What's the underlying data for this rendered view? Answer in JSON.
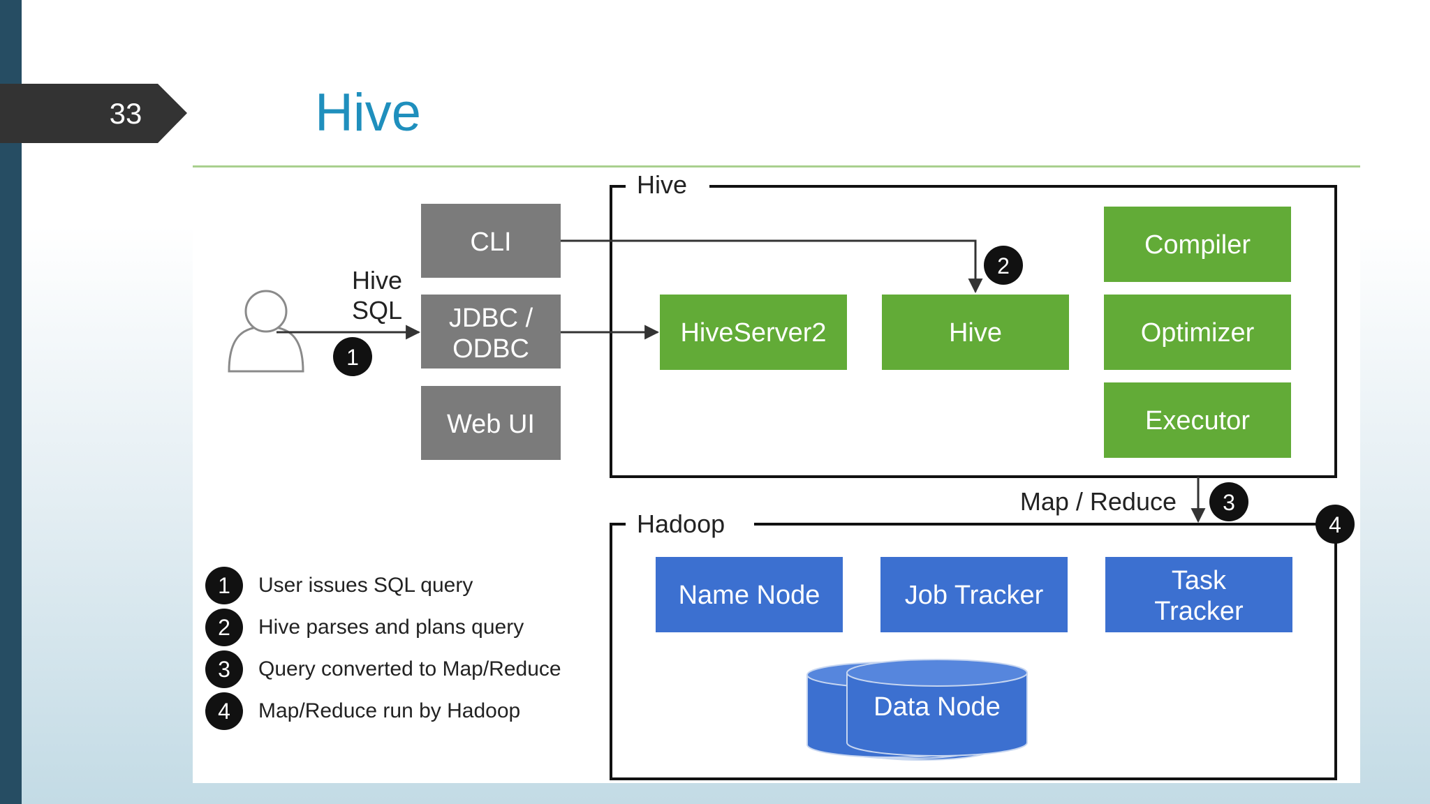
{
  "slide": {
    "number": "33",
    "title": "Hive"
  },
  "diagram": {
    "user_label": [
      "Hive",
      "SQL"
    ],
    "clients": {
      "cli": "CLI",
      "jdbc": [
        "JDBC /",
        "ODBC"
      ],
      "webui": "Web UI"
    },
    "hive_group": {
      "label": "Hive",
      "hiveserver2": "HiveServer2",
      "hive": "Hive",
      "compiler": "Compiler",
      "optimizer": "Optimizer",
      "executor": "Executor"
    },
    "mapreduce_label": "Map / Reduce",
    "hadoop_group": {
      "label": "Hadoop",
      "name_node": "Name Node",
      "job_tracker": "Job Tracker",
      "task_tracker": [
        "Task",
        "Tracker"
      ],
      "data_node": "Data Node"
    },
    "step_badges": [
      "1",
      "2",
      "3",
      "4"
    ]
  },
  "legend": [
    {
      "num": "1",
      "text": "User issues SQL query"
    },
    {
      "num": "2",
      "text": "Hive parses and plans query"
    },
    {
      "num": "3",
      "text": "Query converted to Map/Reduce"
    },
    {
      "num": "4",
      "text": "Map/Reduce run by Hadoop"
    }
  ],
  "colors": {
    "green": "#62ab37",
    "blue": "#3c70d0",
    "gray": "#7b7b7b",
    "title": "#1f8fbd",
    "sidebar": "#264d63"
  }
}
